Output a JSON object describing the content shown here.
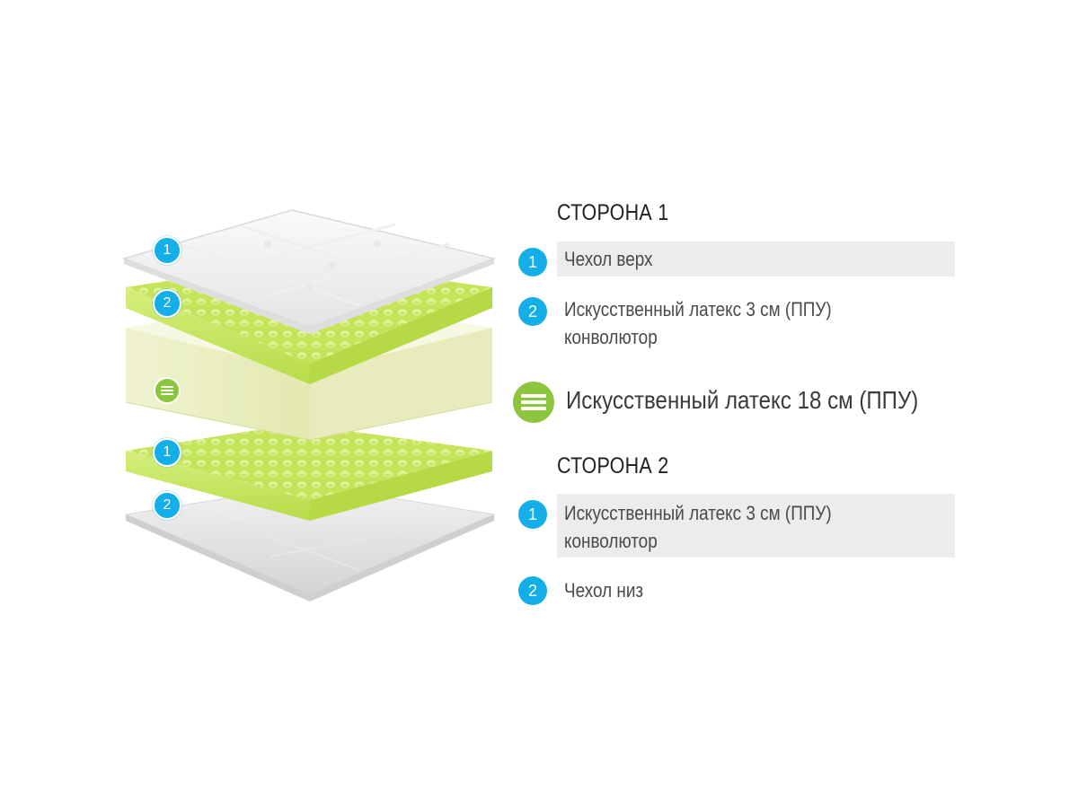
{
  "side1": {
    "title": "СТОРОНА 1",
    "items": [
      {
        "num": "1",
        "text": "Чехол верх"
      },
      {
        "num": "2",
        "line1": "Искусственный латекс 3 см (ППУ)",
        "line2": "конволютор"
      }
    ]
  },
  "core": {
    "text": "Искусственный латекс 18 см (ППУ)",
    "icon": "layers-icon"
  },
  "side2": {
    "title": "СТОРОНА 2",
    "items": [
      {
        "num": "1",
        "line1": "Искусственный латекс 3 см (ППУ)",
        "line2": "конволютор"
      },
      {
        "num": "2",
        "text": "Чехол низ"
      }
    ]
  },
  "illustration": {
    "badges": [
      "1",
      "2",
      "1",
      "2"
    ]
  },
  "colors": {
    "accent_blue": "#14aee8",
    "accent_green": "#8cc63e",
    "row_bg": "#ececec"
  }
}
